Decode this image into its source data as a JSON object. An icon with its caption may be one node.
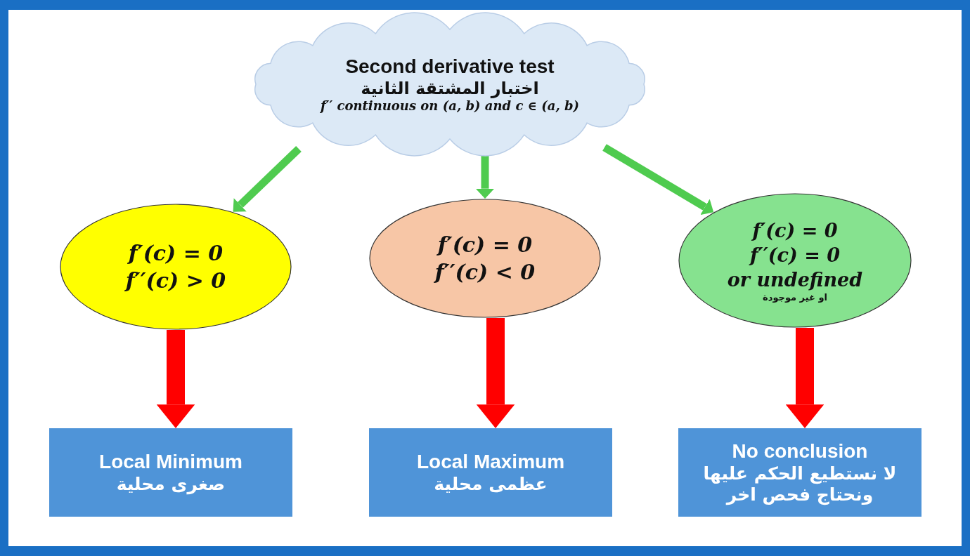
{
  "diagram": {
    "nodes": [
      {
        "text": [
          "Second derivative test",
          "اختبار المشتقة الثانية",
          "f′′ continuous on (a, b) and c ∈ (a, b)"
        ]
      },
      {
        "text": [
          "f′(c) = 0",
          "f′′(c) > 0"
        ]
      },
      {
        "text": [
          "f′(c) = 0",
          "f′′(c) < 0"
        ]
      },
      {
        "text": [
          "f′(c) = 0",
          "f′′(c) = 0",
          "or undefined",
          "او غير موجودة"
        ]
      },
      {
        "text": [
          "Local Minimum",
          "صغرى محلية"
        ]
      },
      {
        "text": [
          "Local Maximum",
          "عظمى محلية"
        ]
      },
      {
        "text": [
          "No conclusion",
          "لا نستطيع الحكم عليها ونحتاج فحص اخر"
        ]
      }
    ],
    "edges": [
      {
        "from": 0,
        "to": 1,
        "arrow": "to",
        "color": "#4fcb4f"
      },
      {
        "from": 0,
        "to": 2,
        "arrow": "to",
        "color": "#4fcb4f"
      },
      {
        "from": 0,
        "to": 3,
        "arrow": "to",
        "color": "#4fcb4f"
      },
      {
        "from": 1,
        "to": 4,
        "arrow": "to",
        "style": "thick",
        "color": "#ff0000"
      },
      {
        "from": 2,
        "to": 5,
        "arrow": "to",
        "style": "thick",
        "color": "#ff0000"
      },
      {
        "from": 3,
        "to": 6,
        "arrow": "to",
        "style": "thick",
        "color": "#ff0000"
      }
    ]
  }
}
